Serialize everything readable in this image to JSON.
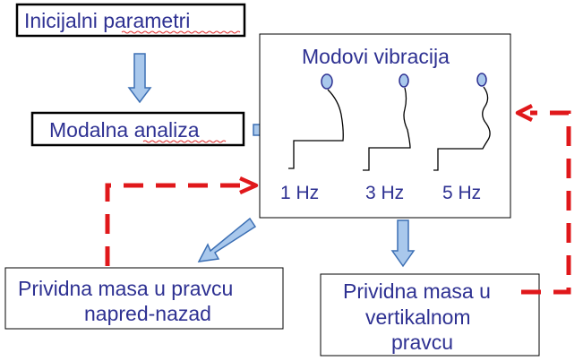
{
  "boxes": {
    "initial_parameters": "Inicijalni parametri",
    "modal_analysis": "Modalna analiza",
    "vibration_modes_title": "Modovi vibracija",
    "apparent_mass_fore_aft": {
      "line1": "Prividna masa u pravcu",
      "line2": "napred-nazad"
    },
    "apparent_mass_vertical": {
      "line1": "Prividna masa u",
      "line2": "vertikalnom",
      "line3": "pravcu"
    }
  },
  "modes": [
    {
      "label": "1 Hz"
    },
    {
      "label": "3 Hz"
    },
    {
      "label": "5 Hz"
    }
  ],
  "colors": {
    "text": "#2e3192",
    "box_border": "#000000",
    "arrow_fill": "#a9c8ec",
    "arrow_stroke": "#3c6fb4",
    "dashed_arrow": "#e0181b",
    "spellcheck_underline": "#e03030"
  }
}
